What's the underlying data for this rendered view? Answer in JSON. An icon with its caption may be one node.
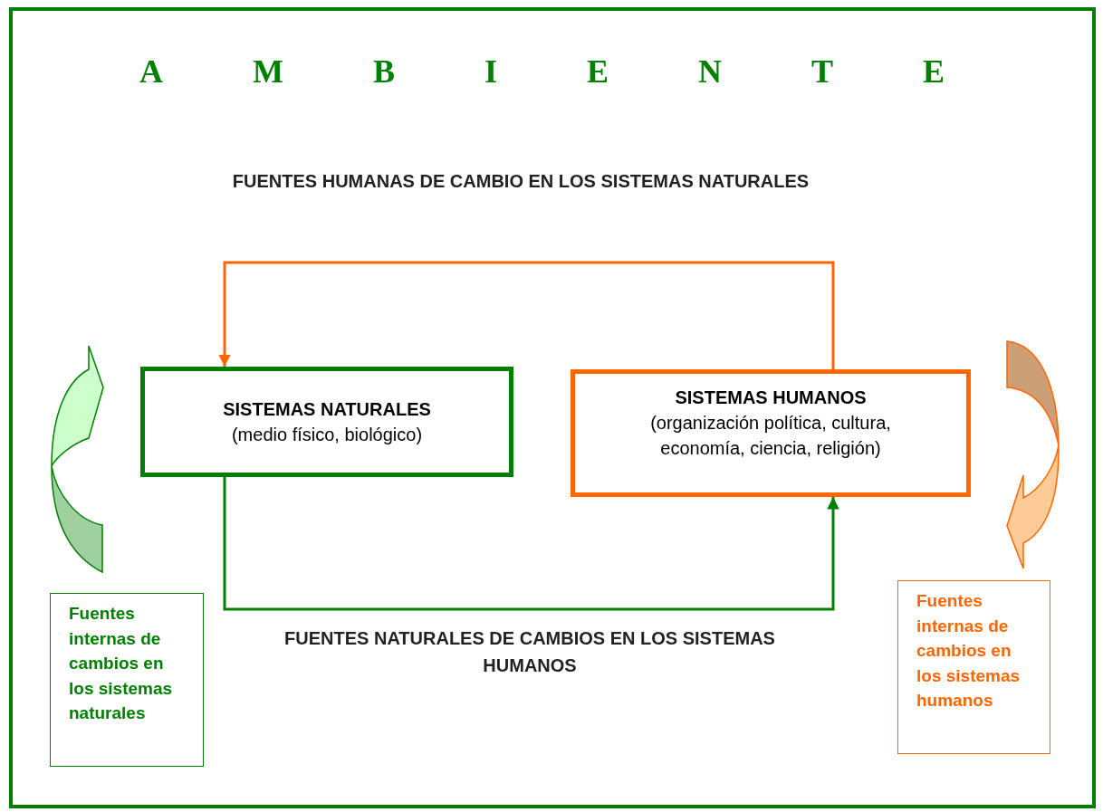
{
  "diagram": {
    "nodes": [
      {
        "text": [
          "AMBIENTE"
        ]
      },
      {
        "text": [
          "SISTEMAS NATURALES",
          "(medio físico, biológico)"
        ],
        "in": 0
      },
      {
        "text": [
          "SISTEMAS HUMANOS",
          "(organización política, cultura, economía, ciencia, religión)"
        ],
        "in": 0
      },
      {
        "text": [
          "Fuentes internas de cambios en los sistemas naturales"
        ],
        "in": 0
      },
      {
        "text": [
          "Fuentes internas de cambios en los sistemas humanos"
        ],
        "in": 0
      }
    ],
    "edges": [
      {
        "from": 2,
        "to": 1,
        "arrow": "to",
        "label": "FUENTES HUMANAS DE CAMBIO EN LOS SISTEMAS NATURALES",
        "color": "#ff6600"
      },
      {
        "from": 1,
        "to": 2,
        "arrow": "to",
        "label": "FUENTES NATURALES DE CAMBIOS EN LOS SISTEMAS HUMANOS",
        "color": "#008000"
      }
    ]
  }
}
